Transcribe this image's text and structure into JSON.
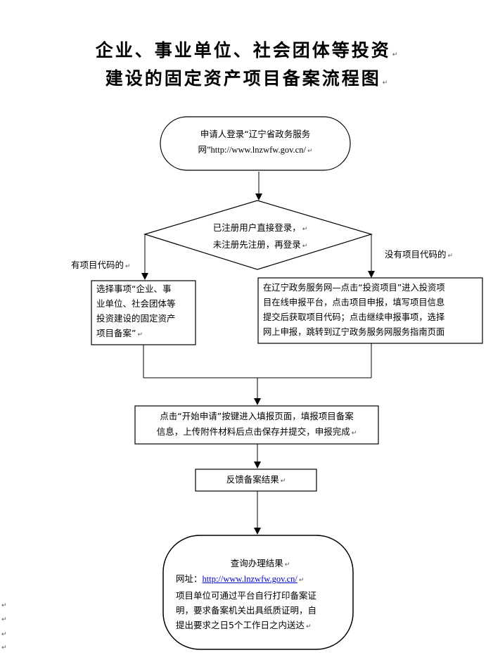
{
  "title": {
    "line1": "企业、事业单位、社会团体等投资",
    "line2": "建设的固定资产项目备案流程图"
  },
  "paragraph_mark": "↵",
  "start": {
    "line1": "申请人登录“辽宁省政务服务",
    "line2": "网”http://www.lnzwfw.gov.cn/"
  },
  "decision": {
    "line1": "已注册用户直接登录，",
    "line2": "未注册先注册，再登录"
  },
  "branch_left_label": "有项目代码的",
  "branch_right_label": "没有项目代码的",
  "left_box": {
    "lines": [
      "选择事项“企业、事",
      "业单位、社会团体等",
      "投资建设的固定资产",
      "项目备案”"
    ]
  },
  "right_box": {
    "lines": [
      "在辽宁政务服务网—点击“投资项目”进入投资项",
      "目在线申报平台，点击项目申报，填写项目信息",
      "提交后获取项目代码；点击继续申报事项，选择",
      "网上申报，跳转到辽宁政务服务网服务指南页面"
    ]
  },
  "apply_box": {
    "line1": "点击“开始申请”按键进入填报页面，填报项目备案",
    "line2": "信息，上传附件材料后点击保存并提交，申报完成"
  },
  "feedback_box": "反馈备案结果",
  "end": {
    "title": "查询办理结果",
    "url_label": "网址：",
    "url": "http://www.lnzwfw.gov.cn/",
    "lines": [
      "项目单位可通过平台自行打印备案证",
      "明，要求备案机关出具纸质证明，自",
      "提出要求之日5个工作日之内送达"
    ]
  }
}
